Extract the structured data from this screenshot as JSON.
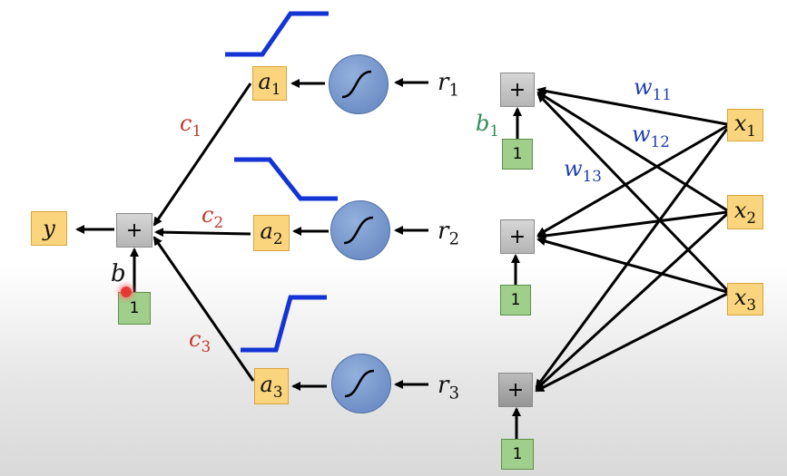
{
  "output": {
    "letter": "y"
  },
  "sum_out": {
    "symbol": "+"
  },
  "bias_out": {
    "letter": "b",
    "input": "1"
  },
  "hidden": [
    {
      "a": "a",
      "a_idx": "1",
      "r": "r",
      "r_idx": "1",
      "c": "c",
      "c_idx": "1",
      "b": "b",
      "b_idx": "1",
      "plus": "+",
      "one": "1"
    },
    {
      "a": "a",
      "a_idx": "2",
      "r": "r",
      "r_idx": "2",
      "c": "c",
      "c_idx": "2",
      "plus": "+",
      "one": "1"
    },
    {
      "a": "a",
      "a_idx": "3",
      "r": "r",
      "r_idx": "3",
      "c": "c",
      "c_idx": "3",
      "plus": "+",
      "one": "1"
    }
  ],
  "weights": [
    {
      "w": "w",
      "idx": "11"
    },
    {
      "w": "w",
      "idx": "12"
    },
    {
      "w": "w",
      "idx": "13"
    }
  ],
  "inputs": [
    {
      "x": "x",
      "idx": "1"
    },
    {
      "x": "x",
      "idx": "2"
    },
    {
      "x": "x",
      "idx": "3"
    }
  ],
  "colors": {
    "edge": "#000000",
    "step": "#1434d6",
    "bias_label": "#2e8b57",
    "c_label": "#c0392b",
    "w_label": "#1f3fb3"
  }
}
